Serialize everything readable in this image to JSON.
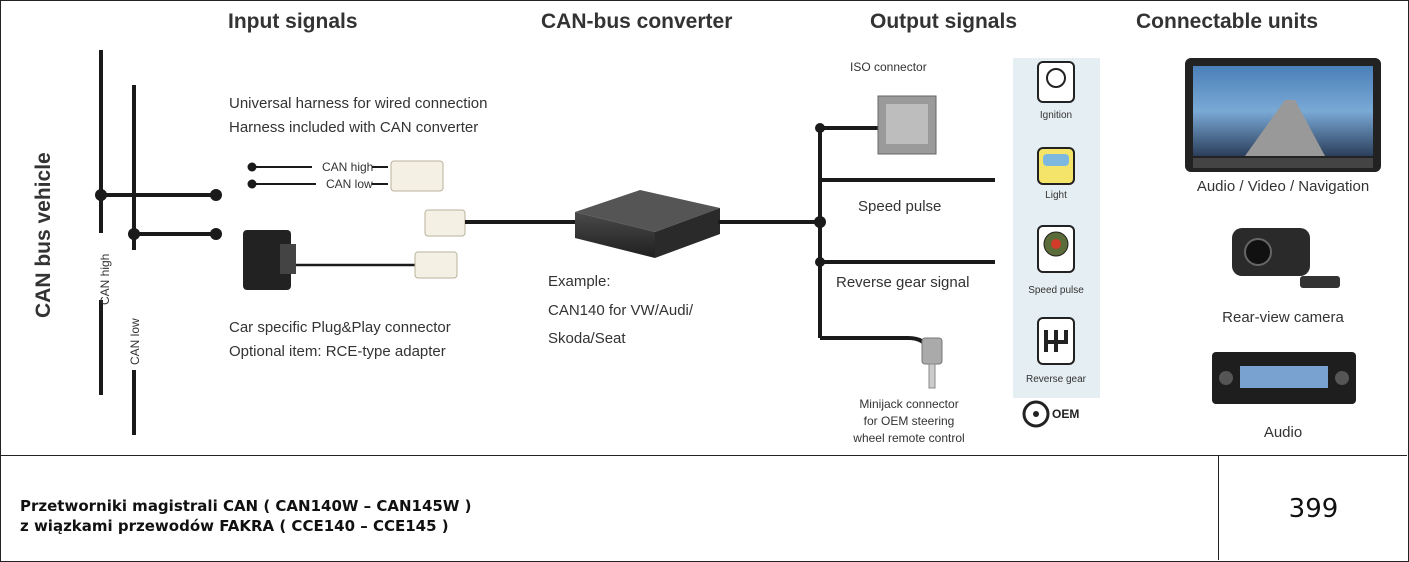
{
  "headers": {
    "input": "Input signals",
    "converter": "CAN-bus converter",
    "output": "Output signals",
    "units": "Connectable units"
  },
  "vehicle": {
    "label": "CAN bus vehicle",
    "can_high": "CAN high",
    "can_low": "CAN low"
  },
  "inputs": {
    "universal_line1": "Universal harness for wired connection",
    "universal_line2": "Harness included with CAN converter",
    "wire_high": "CAN high",
    "wire_low": "CAN low",
    "plug_line1": "Car specific Plug&Play connector",
    "plug_line2": "Optional item: RCE-type adapter"
  },
  "converter": {
    "line1": "Example:",
    "line2": "CAN140 for VW/Audi/",
    "line3": "Skoda/Seat"
  },
  "outputs": {
    "iso": "ISO connector",
    "speed": "Speed pulse",
    "reverse": "Reverse gear signal",
    "minijack_line1": "Minijack connector",
    "minijack_line2": "for OEM steering",
    "minijack_line3": "wheel remote control"
  },
  "signal_icons": {
    "ignition": "Ignition",
    "light": "Light",
    "speed": "Speed pulse",
    "reverse": "Reverse gear",
    "oem": "OEM"
  },
  "units": {
    "av_nav": "Audio / Video / Navigation",
    "camera": "Rear-view camera",
    "audio": "Audio"
  },
  "footer": {
    "line1": "Przetworniki magistrali CAN ( CAN140W – CAN145W )",
    "line2": "z wiązkami przewodów FAKRA ( CCE140 – CCE145 )",
    "page": "399"
  }
}
